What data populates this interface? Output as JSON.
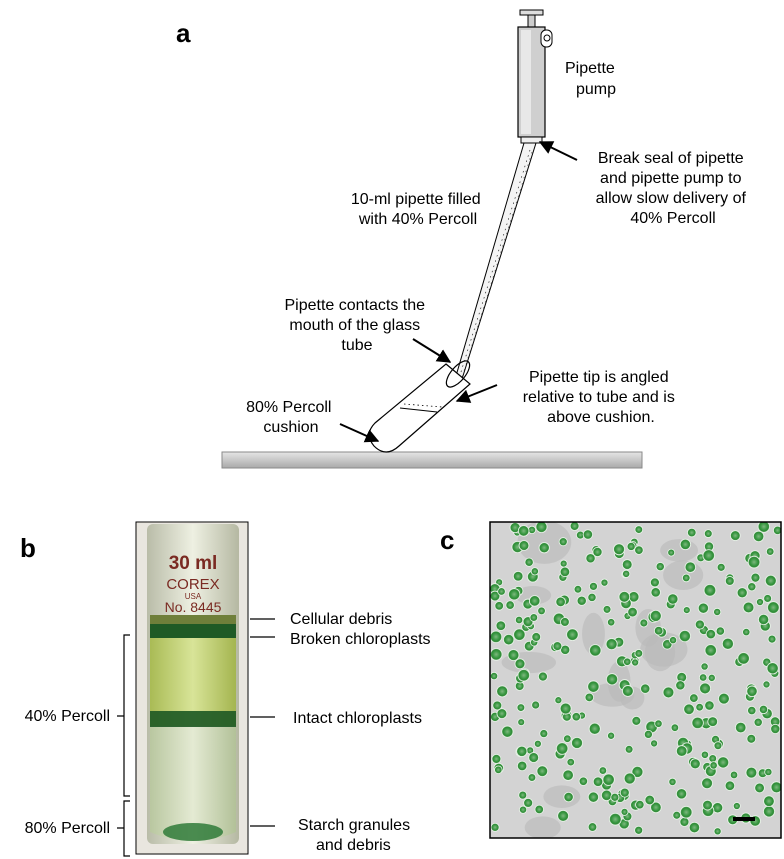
{
  "panels": {
    "a": "a",
    "b": "b",
    "c": "c"
  },
  "panel_a": {
    "pipette_pump_label": [
      "Pipette",
      "pump"
    ],
    "break_seal_label": [
      "Break seal of pipette",
      "and pipette pump to",
      "allow slow delivery of",
      "40% Percoll"
    ],
    "pipette_label": [
      "10-ml pipette filled",
      "with 40% Percoll"
    ],
    "contact_label": [
      "Pipette contacts the",
      "mouth of the glass",
      "tube"
    ],
    "tip_label": [
      "Pipette tip is angled",
      "relative to tube and is",
      "above cushion."
    ],
    "cushion_label": [
      "80% Percoll",
      "cushion"
    ]
  },
  "panel_b": {
    "tube_text": {
      "volume": "30 ml",
      "brand": "COREX",
      "origin": "USA",
      "number": "No. 8445"
    },
    "bands": [
      "Cellular debris",
      "Broken chloroplasts",
      "Intact chloroplasts",
      "Starch granules",
      "and debris"
    ],
    "layers": [
      "40% Percoll",
      "80% Percoll"
    ]
  },
  "colors": {
    "chloroplast_green": "#2e8a35",
    "percoll_yellow_green": "#c6d57a",
    "band_dark_green": "#1f5a25",
    "bench_gray": "#c8c8c8"
  }
}
